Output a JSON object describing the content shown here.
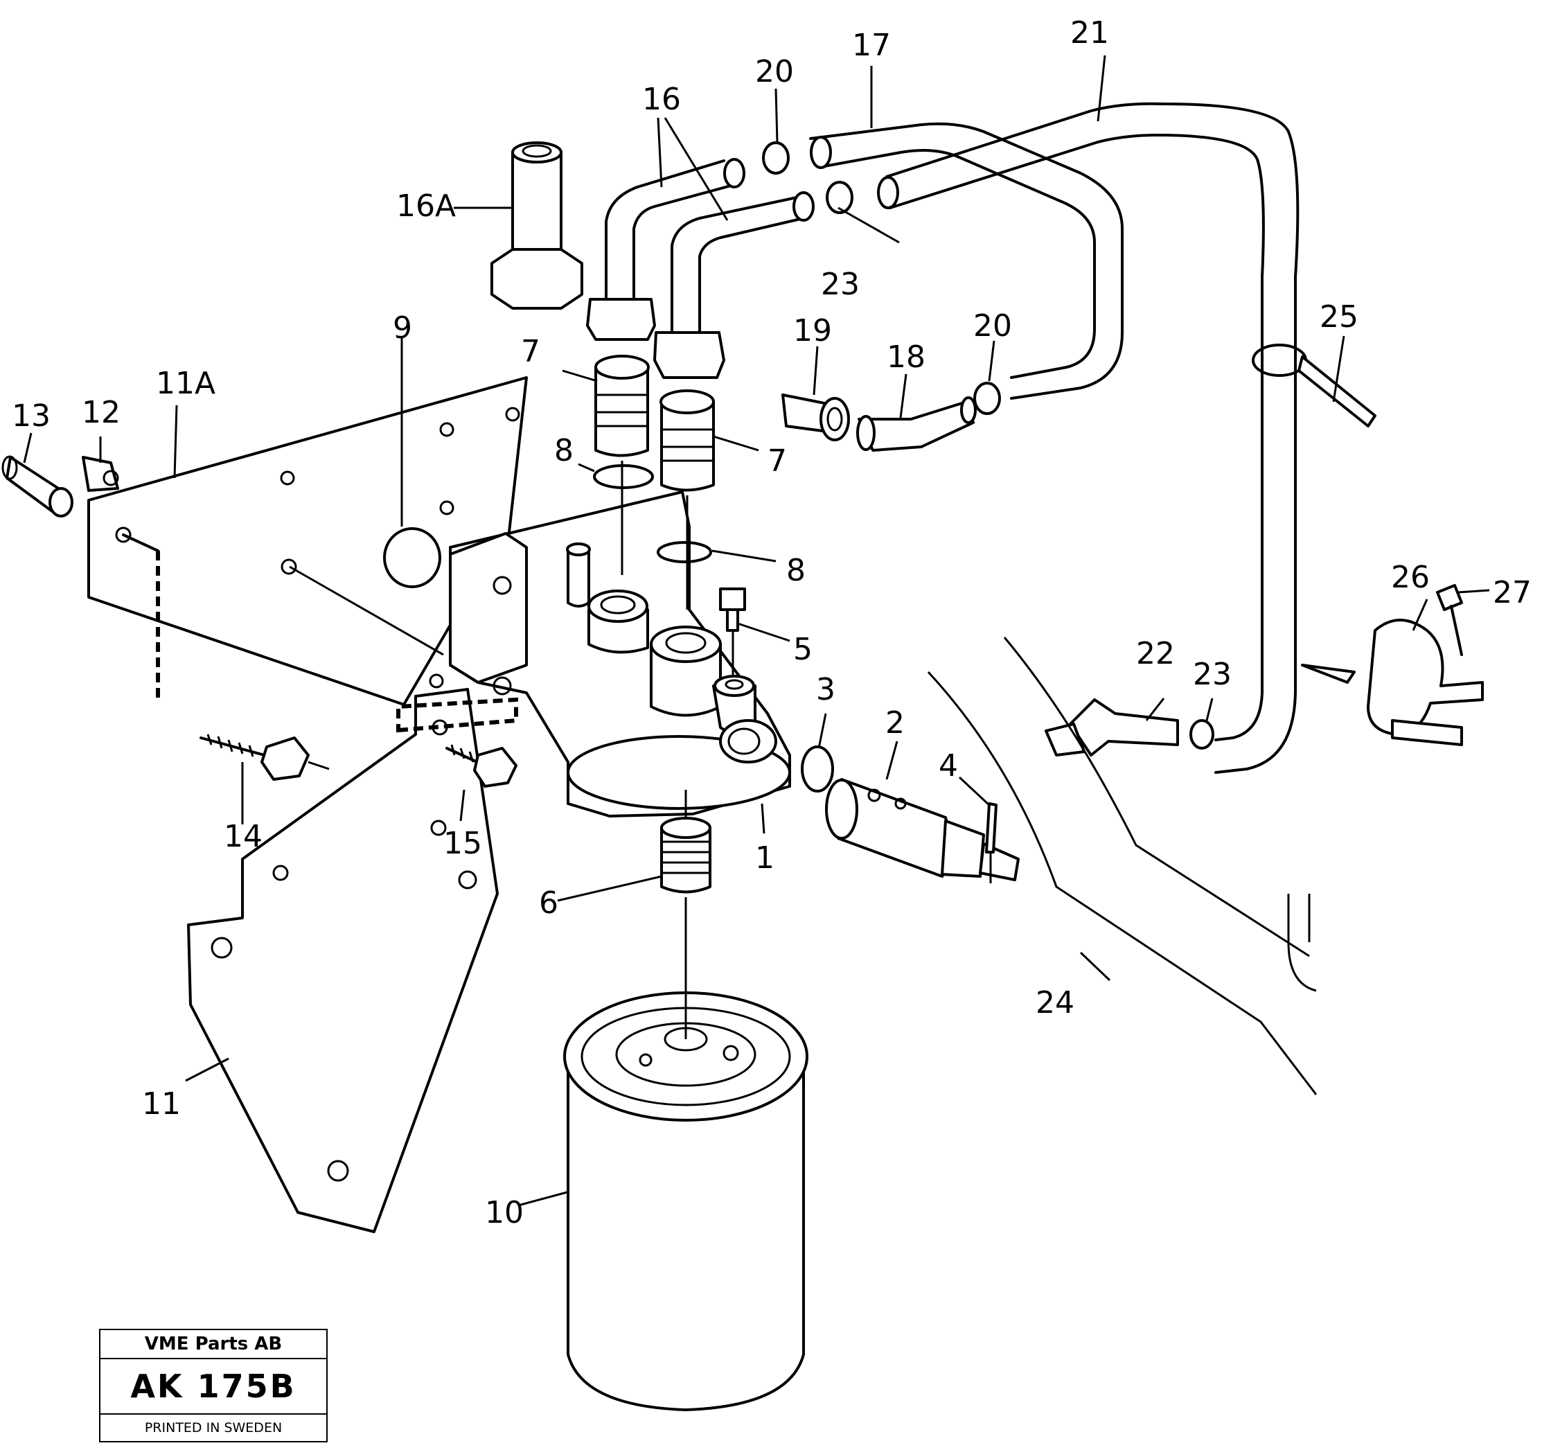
{
  "title_block": {
    "company": "VME Parts AB",
    "code": "AK 175B",
    "printed": "PRINTED IN SWEDEN"
  },
  "callouts": {
    "c1": "1",
    "c2": "2",
    "c3": "3",
    "c4": "4",
    "c5": "5",
    "c6": "6",
    "c7a": "7",
    "c7b": "7",
    "c8a": "8",
    "c8b": "8",
    "c9": "9",
    "c10": "10",
    "c11": "11",
    "c11a": "11A",
    "c12": "12",
    "c13": "13",
    "c14": "14",
    "c15": "15",
    "c16": "16",
    "c16a": "16A",
    "c17": "17",
    "c18": "18",
    "c19": "19",
    "c20a": "20",
    "c20b": "20",
    "c21": "21",
    "c22": "22",
    "c23a": "23",
    "c23b": "23",
    "c24": "24",
    "c25": "25",
    "c26": "26",
    "c27": "27"
  }
}
